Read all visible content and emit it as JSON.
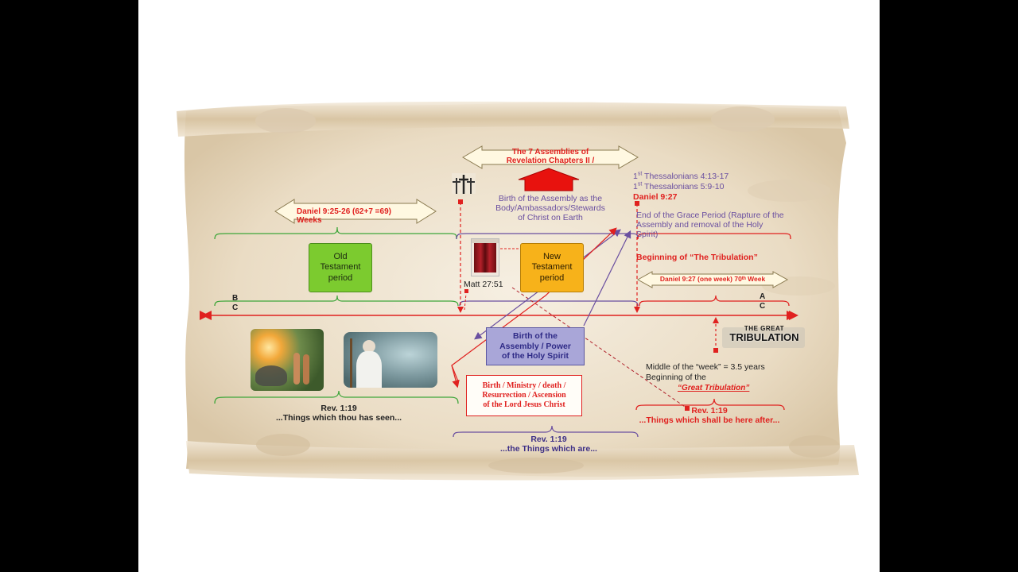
{
  "colors": {
    "accent_red": "#e0211f",
    "purple": "#6a4fa0",
    "green": "#3ea63a",
    "green_box": "#7ccb2f",
    "orange_box": "#f7b21a",
    "lavender_box": "#a9a6d8",
    "parchment": "#efe3cf"
  },
  "banners": {
    "assemblies": {
      "line1": "The 7 Assemblies of",
      "line2": "Revelation Chapters II /"
    },
    "daniel_weeks": {
      "line1": "Daniel 9:25-26 (62+7 =69)",
      "line2": "Weeks"
    },
    "daniel_one_week": "Daniel 9:27 (one week) 70ᵗʰ Week"
  },
  "cross_text": "Birth of the Assembly as the Body/Ambassadors/Stewards of Christ on Earth",
  "cross_lines": [
    "Birth of the Assembly as the",
    "Body/Ambassadors/Stewards",
    "of Christ on Earth"
  ],
  "right_refs": {
    "thess1": "1ˢᵗ Thessalonians 4:13-17",
    "thess2": "1ˢᵗ Thessalonians 5:9-10",
    "daniel": "Daniel 9:27",
    "grace_lines": [
      "End of the Grace Period (Rapture of the",
      "Assembly and removal of the Holy",
      "Spirit)"
    ],
    "tribulation_begin": "Beginning of “The Tribulation”"
  },
  "periods": {
    "old_testament": [
      "Old",
      "Testament",
      "period"
    ],
    "new_testament": [
      "New",
      "Testament",
      "period"
    ]
  },
  "matt": "Matt 27:51",
  "timeline_labels": {
    "left_b": "B",
    "left_c": "C",
    "right_a": "A",
    "right_c": "C"
  },
  "holy_spirit_box": [
    "Birth of the",
    "Assembly / Power",
    "of the Holy Spirit"
  ],
  "lord_box": [
    "Birth / Ministry / death /",
    "Resurrection / Ascension",
    "of the Lord Jesus Christ"
  ],
  "great_trib_logo": {
    "top": "THE GREAT",
    "main": "TRIBULATION"
  },
  "middle_week": {
    "line1": "Middle of the “week” = 3.5 years",
    "line2": "Beginning of the",
    "line3": "“Great Tribulation”"
  },
  "rev_seen": {
    "ref": "Rev. 1:19",
    "text": "...Things which thou has seen..."
  },
  "rev_are": {
    "ref": "Rev. 1:19",
    "text": "...the Things which are..."
  },
  "rev_after": {
    "ref": "Rev. 1:19",
    "text": "...Things which shall be here after..."
  },
  "icons": [
    "crosses-icon",
    "house-arrow-icon",
    "veil-image",
    "garden-image",
    "prophet-image"
  ]
}
